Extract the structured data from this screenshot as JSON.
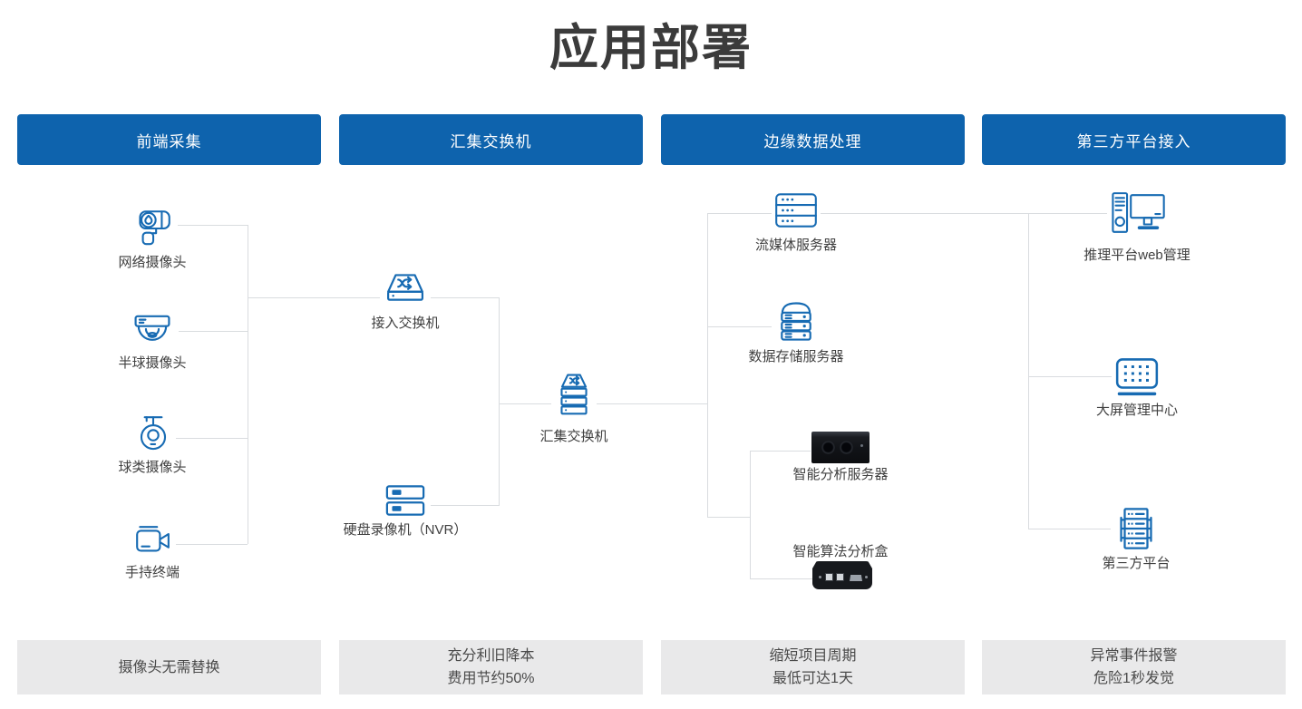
{
  "title": "应用部署",
  "colors": {
    "header_bg": "#0e63ad",
    "icon_stroke": "#176bb3",
    "connector": "#d9dcdf",
    "footer_bg": "#e9e9ea",
    "footer_text": "#4a4a4a",
    "title_color": "#3b3b3b"
  },
  "headers": {
    "col1": "前端采集",
    "col2": "汇集交换机",
    "col3": "边缘数据处理",
    "col4": "第三方平台接入"
  },
  "nodes": {
    "network_camera": "网络摄像头",
    "dome_camera": "半球摄像头",
    "ptz_camera": "球类摄像头",
    "handheld_terminal": "手持终端",
    "access_switch": "接入交换机",
    "nvr": "硬盘录像机（NVR）",
    "aggregation_switch": "汇集交换机",
    "media_server": "流媒体服务器",
    "storage_server": "数据存储服务器",
    "analysis_server": "智能分析服务器",
    "analysis_box": "智能算法分析盒",
    "inference_platform": "推理平台web管理",
    "big_screen": "大屏管理中心",
    "third_party": "第三方平台"
  },
  "footers": {
    "col1": {
      "line1": "摄像头无需替换"
    },
    "col2": {
      "line1": "充分利旧降本",
      "line2": "费用节约50%"
    },
    "col3": {
      "line1": "缩短项目周期",
      "line2": "最低可达1天"
    },
    "col4": {
      "line1": "异常事件报警",
      "line2": "危险1秒发觉"
    }
  }
}
